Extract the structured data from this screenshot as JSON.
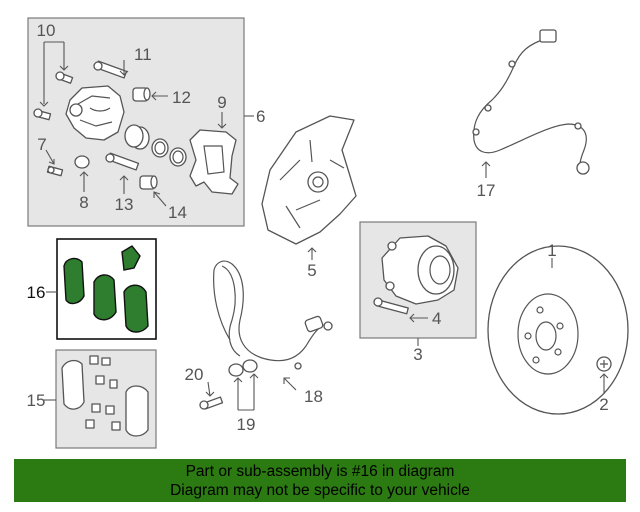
{
  "diagram": {
    "callouts": {
      "c1": "1",
      "c2": "2",
      "c3": "3",
      "c4": "4",
      "c5": "5",
      "c6": "6",
      "c7": "7",
      "c8": "8",
      "c9": "9",
      "c10": "10",
      "c11": "11",
      "c12": "12",
      "c13": "13",
      "c14": "14",
      "c15": "15",
      "c16": "16",
      "c17": "17",
      "c18": "18",
      "c19": "19",
      "c20": "20"
    },
    "highlighted_part": "16",
    "highlight_color": "#2f7d2f"
  },
  "banner": {
    "line1": "Part or sub-assembly is #16 in diagram",
    "line2": "Diagram may not be specific to your vehicle",
    "background": "#2b7a12"
  }
}
